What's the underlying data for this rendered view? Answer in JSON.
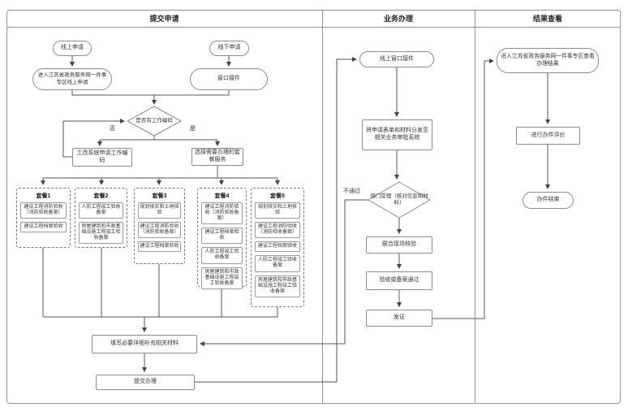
{
  "lanes": [
    {
      "label": "提交申请"
    },
    {
      "label": "业务办理"
    },
    {
      "label": "结果查看"
    }
  ],
  "col1": {
    "online_apply": "线上申请",
    "offline_apply": "线下申请",
    "enter_portal": "进入江苏省政务服务网一件事专区线上申请",
    "window_receive": "窗口接件",
    "has_code_decision": "是否有工作编码",
    "no_label": "否",
    "yes_label": "是",
    "apply_code": "工改系统申请工作编码",
    "choose_package": "选择需要办理的套餐服务",
    "fill_materials": "填写必要详细补充相关材料",
    "submit": "提交办理",
    "packages": [
      {
        "title": "套餐1",
        "items": [
          "建设工程消防验收（消防验收备案）",
          "建设工程档案验收"
        ]
      },
      {
        "title": "套餐2",
        "items": [
          "人防工程竣工验收备案",
          "房屋建筑和市政基础设施工程竣工验收备案"
        ]
      },
      {
        "title": "套餐3",
        "items": [
          "规划核实和土地核验",
          "建设工程消防验收（消防验收备案）",
          "建设工程档案验收"
        ]
      },
      {
        "title": "套餐4",
        "items": [
          "建设工程消防验收（消防验收备案）",
          "建设工程档案验收",
          "人防工程竣工验收备案",
          "房屋建筑和市政基础设施工程竣工验收备案"
        ]
      },
      {
        "title": "套餐5",
        "items": [
          "规划核实和土地核验",
          "建设工程消防验收（消防验收备案）",
          "建设工程档案验收",
          "人防工程竣工验收备案",
          "房屋建筑和市政基础设施工程竣工验收备案"
        ]
      }
    ]
  },
  "col2": {
    "online_window": "线上窗口接件",
    "distribute": "将申请表单和材料分发至相关业务审批系统",
    "accept_decision": "部门受理（核对信息和材料）",
    "fail_label": "不通过",
    "joint_check": "联合现场核验",
    "pass_box": "验收或备案通过",
    "issue_cert": "发证"
  },
  "col3": {
    "view_result": "进入江苏省政务服务网一件事专区查看办理结果",
    "evaluate": "进行办件评价",
    "finish": "办件结束"
  },
  "colors": {
    "line": "#555555",
    "node_border": "#8c8c8c",
    "lane_border": "#949494",
    "text": "#333333"
  }
}
